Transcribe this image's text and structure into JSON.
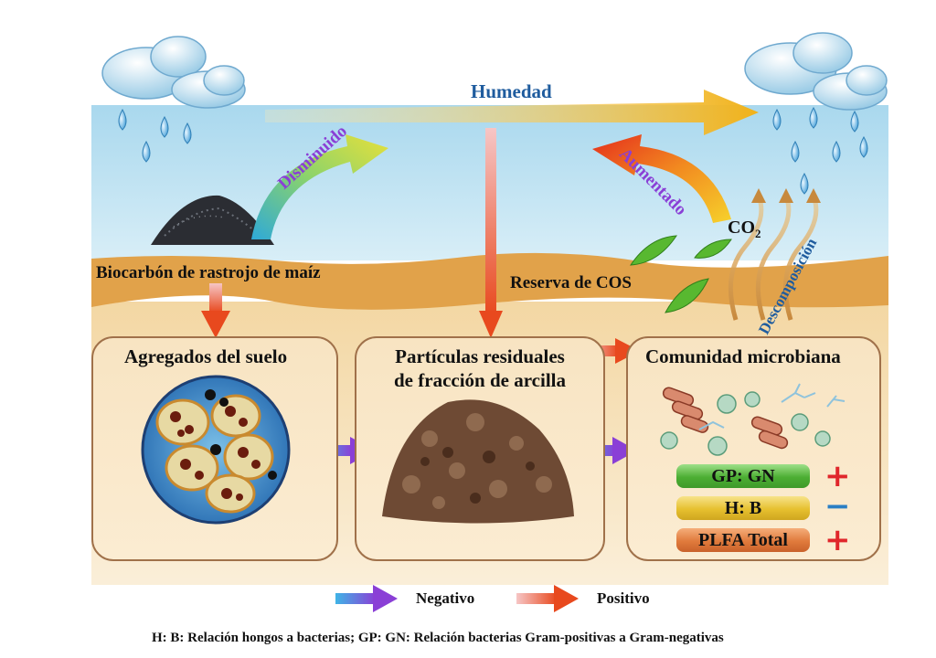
{
  "labels": {
    "humidity": "Humedad",
    "decreased": "Disminuido",
    "increased": "Aumentado",
    "co2": "CO",
    "co2_sub": "2",
    "biochar": "Biocarbón de rastrojo de maíz",
    "soc_pool": "Reserva de COS",
    "decomposition": "Descomposición"
  },
  "boxes": {
    "aggregates": "Agregados del suelo",
    "clay_line1": "Partículas residuales",
    "clay_line2": "de fracción de arcilla",
    "microbial": "Comunidad microbiana"
  },
  "indicators": [
    {
      "label": "GP: GN",
      "sign": "+",
      "color": "#5fb848"
    },
    {
      "label": "H: B",
      "sign": "−",
      "color": "#e4c23a"
    },
    {
      "label": "PLFA Total",
      "sign": "+",
      "color": "#e07a3c"
    }
  ],
  "legend": {
    "negative": "Negativo",
    "positive": "Positivo"
  },
  "footnote": "H: B: Relación hongos a bacterias; GP: GN: Relación bacterias Gram-positivas a Gram-negativas",
  "colors": {
    "sky": "#bfe2f2",
    "soil_band": "#e0a64c",
    "soil": "#f6e1bb",
    "negative_arrow": "#8a3fd6",
    "positive_arrow": "#e8491e",
    "plus": "#e0262b",
    "minus": "#2a7fc4"
  }
}
